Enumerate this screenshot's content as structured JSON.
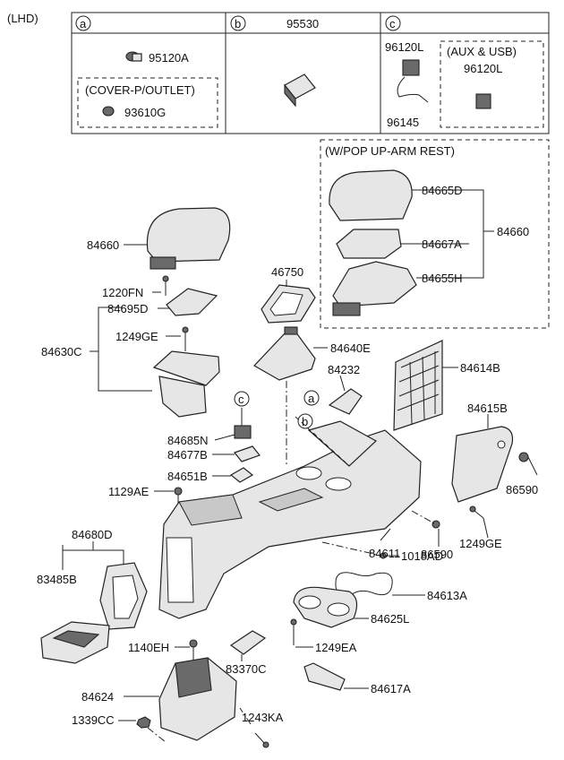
{
  "variant": "(LHD)",
  "table": {
    "col_a_badge": "a",
    "col_b_badge": "b",
    "col_c_badge": "c",
    "col_b_part": "95530",
    "a_part1": "95120A",
    "a_box_title": "(COVER-P/OUTLET)",
    "a_part2": "93610G",
    "c_part1": "96120L",
    "c_part2": "96145",
    "c_box_title": "(AUX & USB)",
    "c_part3": "96120L"
  },
  "popup_box": {
    "title": "(W/POP UP-ARM REST)",
    "parts": [
      "84665D",
      "84667A",
      "84655H"
    ],
    "assembly": "84660"
  },
  "labels": {
    "p84660": "84660",
    "p1220FN": "1220FN",
    "p84695D": "84695D",
    "p84630C": "84630C",
    "p1249GE_a": "1249GE",
    "p46750": "46750",
    "p84640E": "84640E",
    "p84232": "84232",
    "p84614B": "84614B",
    "p84615B": "84615B",
    "p86590_a": "86590",
    "p1249GE_b": "1249GE",
    "p86590_b": "86590",
    "p84685N": "84685N",
    "p84677B": "84677B",
    "p84651B": "84651B",
    "p1129AE": "1129AE",
    "p84611": "84611",
    "p1018AD": "1018AD",
    "p84613A": "84613A",
    "p84625L": "84625L",
    "p1249EA": "1249EA",
    "p84617A": "84617A",
    "p84680D": "84680D",
    "p83485B": "83485B",
    "p1140EH": "1140EH",
    "p83370C": "83370C",
    "p84624": "84624",
    "p1339CC": "1339CC",
    "p1243KA": "1243KA",
    "badge_c": "c",
    "badge_a": "a",
    "badge_b": "b"
  }
}
